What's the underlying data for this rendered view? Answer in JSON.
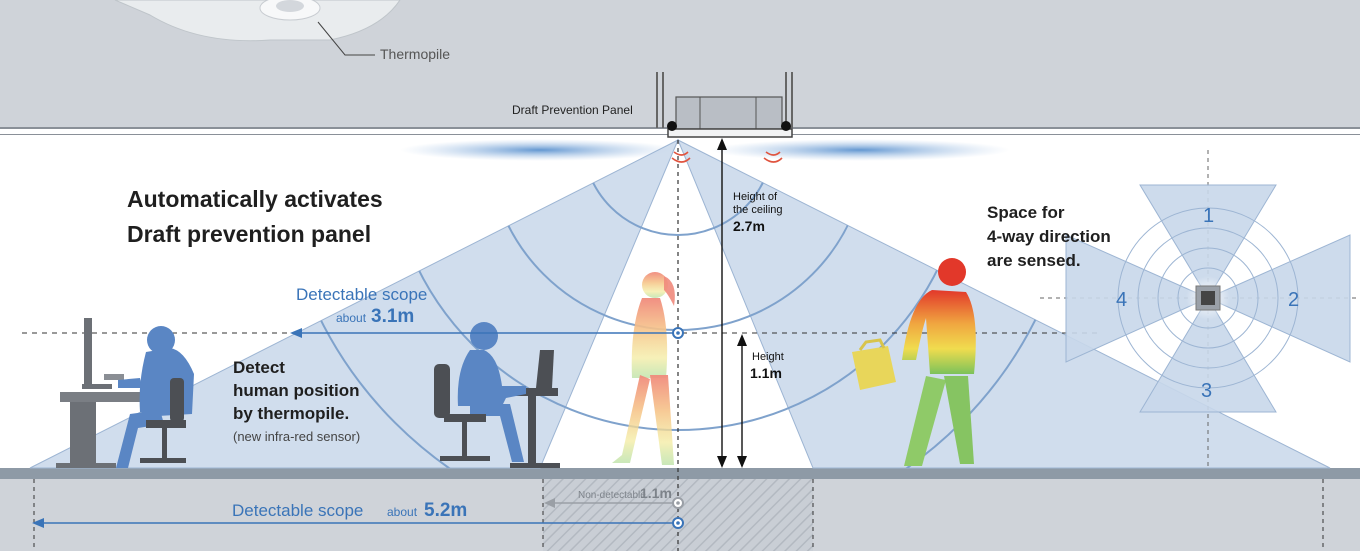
{
  "labels": {
    "thermopile": "Thermopile",
    "panel": "Draft Prevention Panel",
    "headline_line1": "Automatically activates",
    "headline_line2": "Draft prevention panel",
    "ceiling_label_1": "Height of",
    "ceiling_label_2": "the ceiling",
    "ceiling_value": "2.7m",
    "height_label": "Height",
    "height_value": "1.1m",
    "scope_label": "Detectable scope",
    "scope_about": "about",
    "scope_value": "3.1m",
    "detect_line1": "Detect",
    "detect_line2": "human position",
    "detect_line3": "by thermopile.",
    "detect_note": "(new infra-red sensor)",
    "space_line1": "Space for",
    "space_line2": "4-way direction",
    "space_line3": "are sensed.",
    "nondetect_label": "Non-detectable",
    "nondetect_value": "1.1m",
    "scope2_label": "Detectable scope",
    "scope2_about": "about",
    "scope2_value": "5.2m"
  },
  "direction_numbers": [
    "1",
    "2",
    "3",
    "4"
  ],
  "colors": {
    "zone_fill": "#c8d7ea",
    "zone_stroke": "#7fa2cc",
    "accent_blue": "#3a74b8",
    "silhouette_blue": "#5a86c4",
    "floor": "#8e9aa6",
    "ceiling_band": "#cfd3d9",
    "heat_red": "#e2382a",
    "heat_yellow": "#f0dc4e",
    "heat_green": "#7cc25a"
  }
}
